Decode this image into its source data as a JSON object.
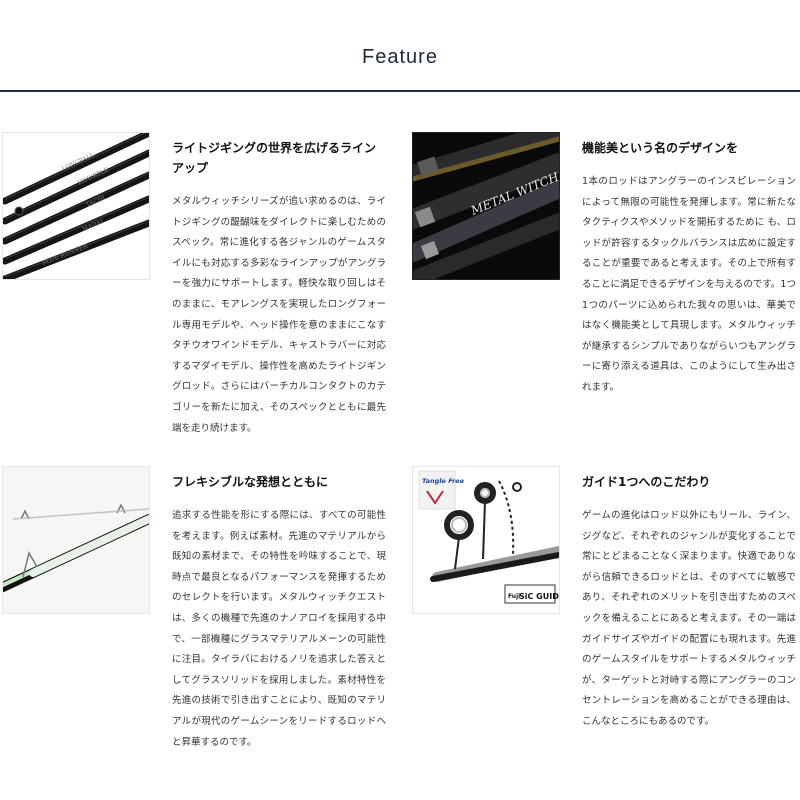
{
  "page": {
    "title": "Feature"
  },
  "features": [
    {
      "heading": "ライトジギングの世界を広げるラインアップ",
      "body": "メタルウィッチシリーズが追い求めるのは、ライトジギングの醍醐味をダイレクトに楽しむためのスペック。常に進化する各ジャンルのゲームスタイルにも対応する多彩なラインアップがアングラーを強力にサポートします。軽快な取り回しはそのままに、モアレングスを実現したロングフォール専用モデルや、ヘッド操作を意のままにこなすタチウオワインドモデル、キャストラバーに対応するマダイモデル、操作性を高めたライトジギングロッド。さらにはバーチカルコンタクトのカテゴリーを新たに加え、そのスペックとともに最先端を走り続けます。",
      "image_labels": [
        "LONGFALL",
        "HOWRTLE",
        "TACHI",
        "MADAI",
        "BLUE RUNNER"
      ]
    },
    {
      "heading": "機能美という名のデザインを",
      "body": "1本のロッドはアングラーのインスピレーションによって無限の可能性を発揮します。常に新たなタクティクスやメソッドを開拓するために も、ロッドが許容するタックルバランスは広めに設定することが重要であると考えます。その上で所有することに満足できるデザインを与えるのです。1つ1つのパーツに込められた我々の思いは、華美ではなく機能美として具現します。メタルウィッチが継承するシンプルでありながらいつもアングラーに寄り添える道具は、このようにして生み出されます。",
      "image_labels": [
        "METAL WITCH"
      ]
    },
    {
      "heading": "フレキシブルな発想とともに",
      "body": "追求する性能を形にする際には、すべての可能性を考えます。例えば素材。先進のマテリアルから既知の素材まで、その特性を吟味することで、現時点で最良となるパフォーマンスを発揮するためのセレクトを行います。メタルウィッチクエストは、多くの機種で先進のナノアロイを採用する中で、一部機種にグラスマテリアルメーンの可能性に注目。タイラバにおけるノリを追求した答えとしてグラスソリッドを採用しました。素材特性を先進の技術で引き出すことにより、既知のマテリアルが現代のゲームシーンをリードするロッドへと昇華するのです。",
      "image_labels": []
    },
    {
      "heading": "ガイド1つへのこだわり",
      "body": "ゲームの進化はロッド以外にもリール、ライン、ジグなど、それぞれのジャンルが変化することで常にとどまることなく深まります。快適でありながら信頼できるロッドとは、そのすべてに敏感であり、それぞれのメリットを引き出すためのスペックを備えることにあると考えます。その一端はガイドサイズやガイドの配置にも現れます。先進のゲームスタイルをサポートするメタルウィッチが、ターゲットと対峙する際にアングラーのコンセントレーションを高めることができる理由は、こんなところにもあるのです。",
      "image_labels": [
        "Tangle Free",
        "Fuji",
        "SiC GUIDE"
      ]
    }
  ]
}
